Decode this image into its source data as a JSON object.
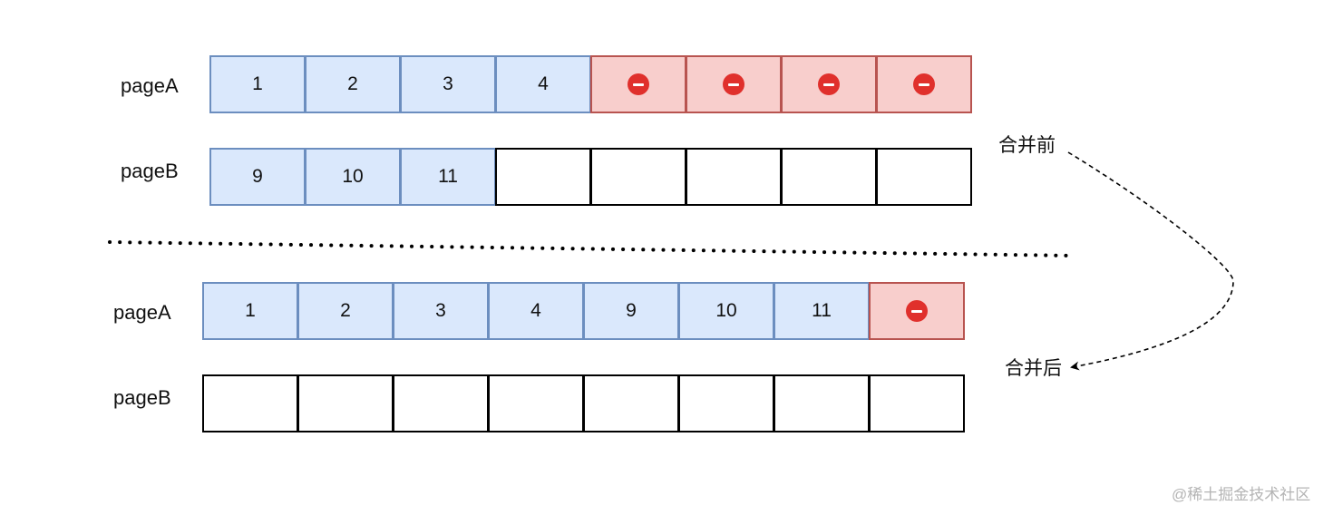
{
  "before": {
    "pageA": {
      "label": "pageA",
      "cells": [
        {
          "text": "1",
          "state": "filled"
        },
        {
          "text": "2",
          "state": "filled"
        },
        {
          "text": "3",
          "state": "filled"
        },
        {
          "text": "4",
          "state": "filled"
        },
        {
          "text": "",
          "state": "deleted",
          "icon": "minus-circle-icon"
        },
        {
          "text": "",
          "state": "deleted",
          "icon": "minus-circle-icon"
        },
        {
          "text": "",
          "state": "deleted",
          "icon": "minus-circle-icon"
        },
        {
          "text": "",
          "state": "deleted",
          "icon": "minus-circle-icon"
        }
      ]
    },
    "pageB": {
      "label": "pageB",
      "cells": [
        {
          "text": "9",
          "state": "filled"
        },
        {
          "text": "10",
          "state": "filled"
        },
        {
          "text": "11",
          "state": "filled"
        },
        {
          "text": "",
          "state": "empty"
        },
        {
          "text": "",
          "state": "empty"
        },
        {
          "text": "",
          "state": "empty"
        },
        {
          "text": "",
          "state": "empty"
        },
        {
          "text": "",
          "state": "empty"
        }
      ]
    }
  },
  "after": {
    "pageA": {
      "label": "pageA",
      "cells": [
        {
          "text": "1",
          "state": "filled"
        },
        {
          "text": "2",
          "state": "filled"
        },
        {
          "text": "3",
          "state": "filled"
        },
        {
          "text": "4",
          "state": "filled"
        },
        {
          "text": "9",
          "state": "filled"
        },
        {
          "text": "10",
          "state": "filled"
        },
        {
          "text": "11",
          "state": "filled"
        },
        {
          "text": "",
          "state": "deleted",
          "icon": "minus-circle-icon"
        }
      ]
    },
    "pageB": {
      "label": "pageB",
      "cells": [
        {
          "text": "",
          "state": "empty"
        },
        {
          "text": "",
          "state": "empty"
        },
        {
          "text": "",
          "state": "empty"
        },
        {
          "text": "",
          "state": "empty"
        },
        {
          "text": "",
          "state": "empty"
        },
        {
          "text": "",
          "state": "empty"
        },
        {
          "text": "",
          "state": "empty"
        },
        {
          "text": "",
          "state": "empty"
        }
      ]
    }
  },
  "annotations": {
    "before_merge": "合并前",
    "after_merge": "合并后"
  },
  "colors": {
    "filled_fill": "#dae8fc",
    "filled_stroke": "#6c8ebf",
    "deleted_fill": "#f8cecc",
    "deleted_stroke": "#b85450",
    "minus_icon": "#e0302c"
  },
  "watermark": "@稀土掘金技术社区"
}
